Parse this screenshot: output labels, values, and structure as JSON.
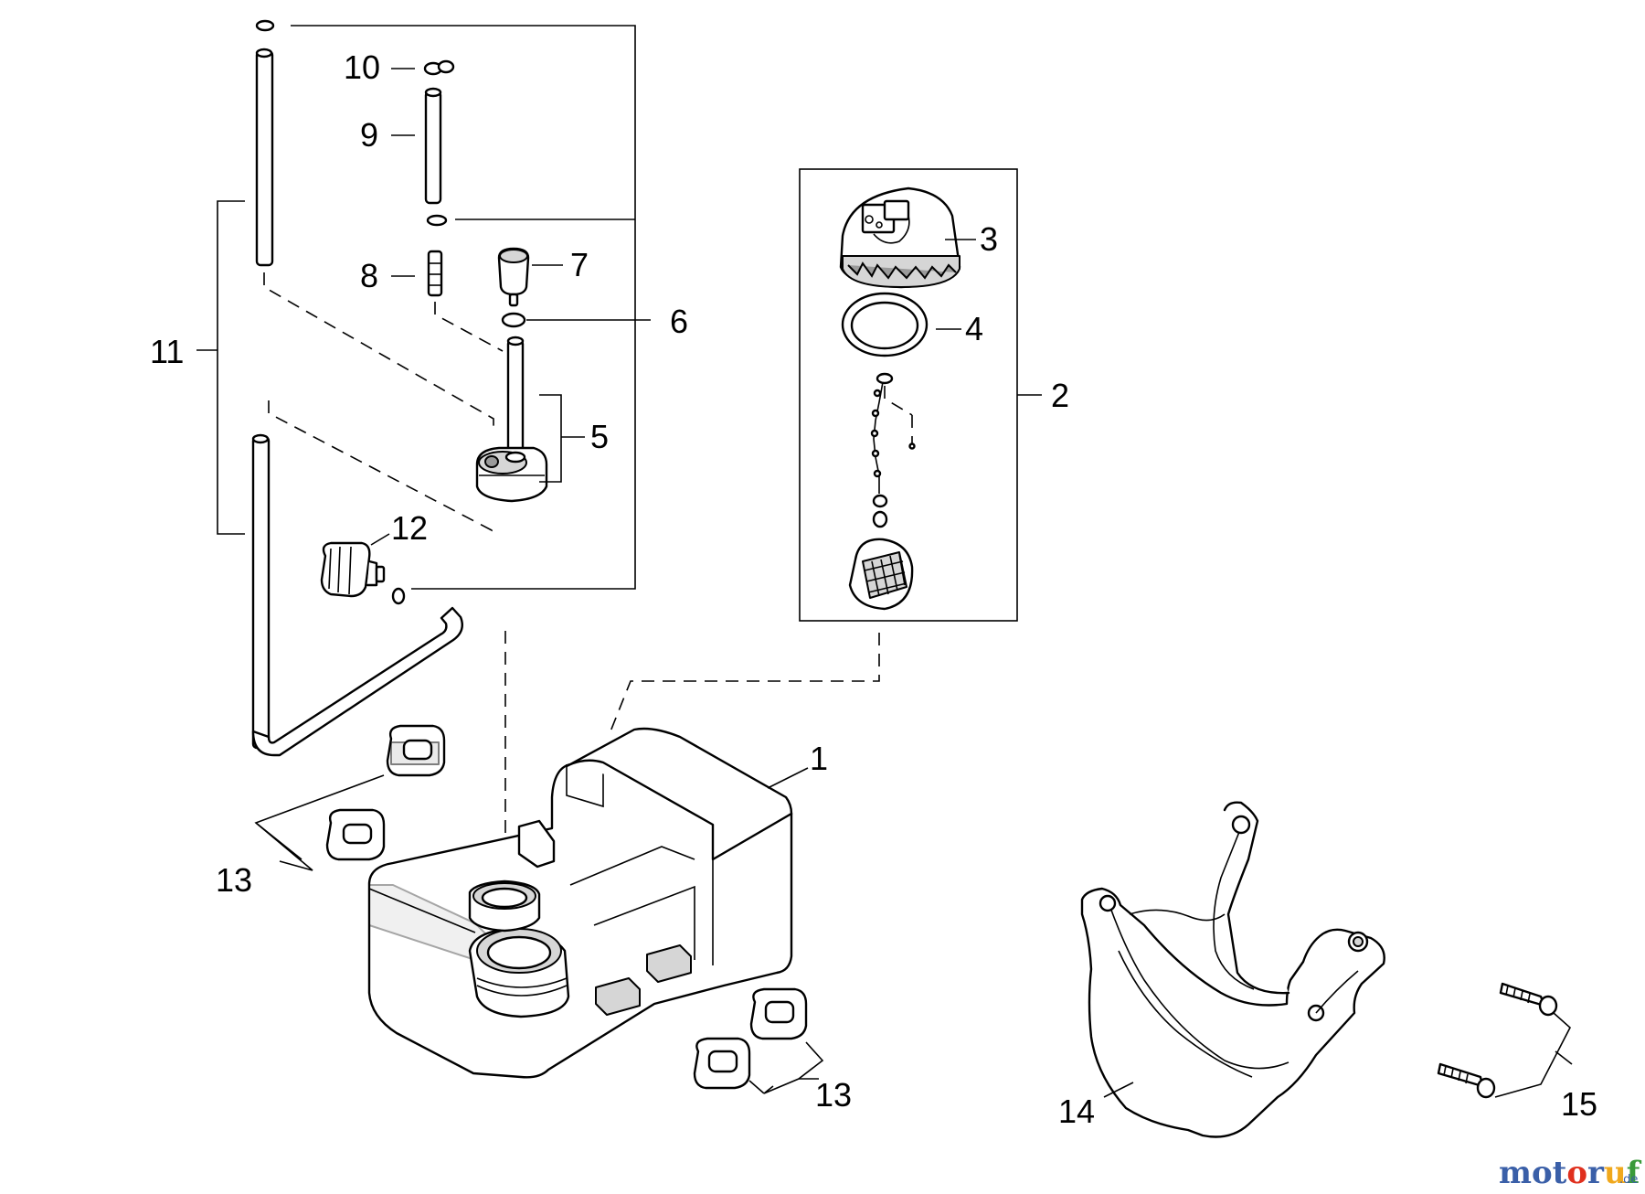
{
  "callouts": {
    "n1": "1",
    "n2": "2",
    "n3": "3",
    "n4": "4",
    "n5": "5",
    "n6": "6",
    "n7": "7",
    "n8": "8",
    "n9": "9",
    "n10": "10",
    "n11": "11",
    "n12": "12",
    "n13a": "13",
    "n13b": "13",
    "n14": "14",
    "n15": "15"
  },
  "watermark": {
    "brand": "motoruf",
    "suffix": ".de",
    "colors": [
      "#3a5fa8",
      "#e0301e",
      "#f0a81c",
      "#3a9a3a"
    ]
  }
}
